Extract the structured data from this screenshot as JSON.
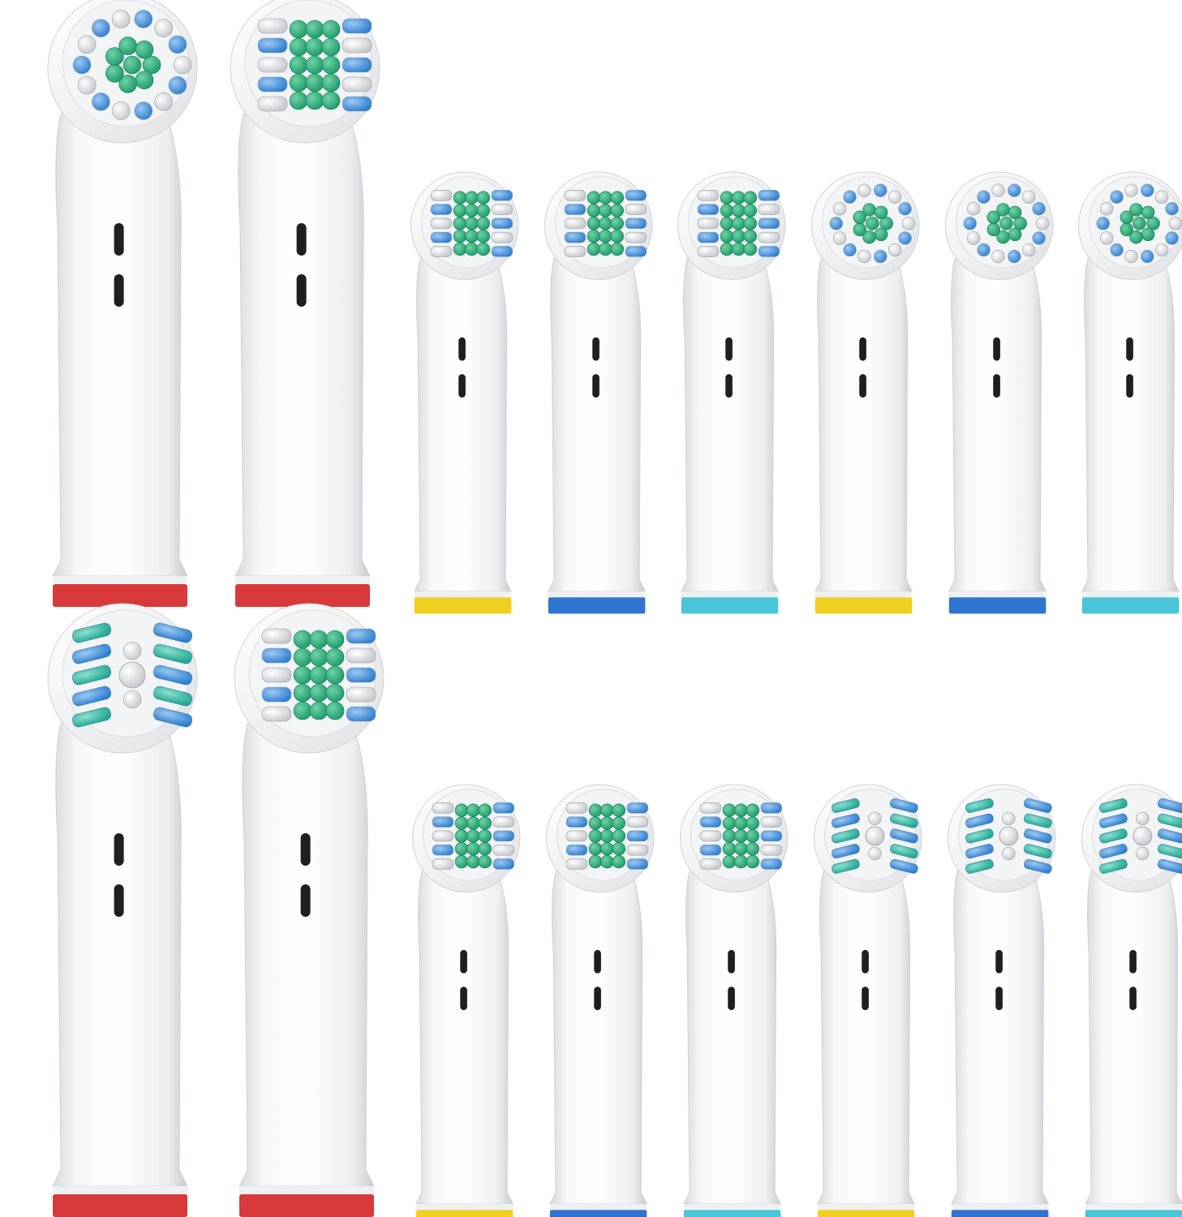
{
  "scene": {
    "background": "#ffffff",
    "subject": "replacement-toothbrush-heads",
    "colors": {
      "red": "#d8393a",
      "yellow": "#f1cf21",
      "blue": "#2f74cf",
      "cyan": "#49c6d8"
    },
    "brush_patterns": {
      "precision": "precision-bristle-pattern",
      "floss": "floss-bristle-pattern",
      "cross": "cross-bristle-pattern"
    }
  },
  "heads": [
    {
      "name": "large-head-1",
      "ring": "red",
      "bristles": "precision"
    },
    {
      "name": "large-head-2",
      "ring": "red",
      "bristles": "floss"
    },
    {
      "name": "small-head-1",
      "ring": "yellow",
      "bristles": "floss"
    },
    {
      "name": "small-head-2",
      "ring": "blue",
      "bristles": "floss"
    },
    {
      "name": "small-head-3",
      "ring": "cyan",
      "bristles": "floss"
    },
    {
      "name": "small-head-4",
      "ring": "yellow",
      "bristles": "precision"
    },
    {
      "name": "small-head-5",
      "ring": "blue",
      "bristles": "precision"
    },
    {
      "name": "small-head-6",
      "ring": "cyan",
      "bristles": "precision"
    },
    {
      "name": "large-head-3",
      "ring": "red",
      "bristles": "cross"
    },
    {
      "name": "large-head-4",
      "ring": "red",
      "bristles": "floss"
    },
    {
      "name": "small-head-7",
      "ring": "yellow",
      "bristles": "floss"
    },
    {
      "name": "small-head-8",
      "ring": "blue",
      "bristles": "floss"
    },
    {
      "name": "small-head-9",
      "ring": "cyan",
      "bristles": "floss"
    },
    {
      "name": "small-head-10",
      "ring": "yellow",
      "bristles": "cross"
    },
    {
      "name": "small-head-11",
      "ring": "blue",
      "bristles": "cross"
    },
    {
      "name": "small-head-12",
      "ring": "cyan",
      "bristles": "cross"
    }
  ]
}
